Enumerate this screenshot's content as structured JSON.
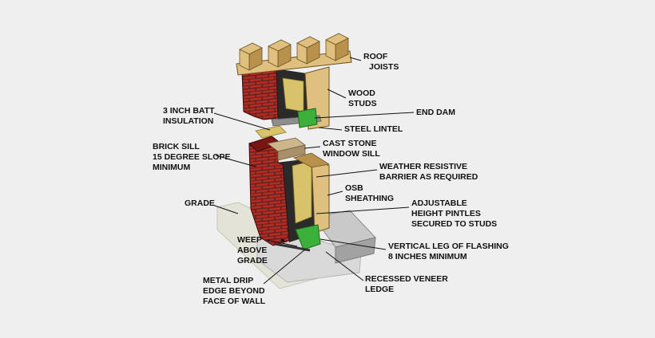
{
  "labels": {
    "roof_joists": [
      "ROOF",
      "JOISTS"
    ],
    "wood_studs": [
      "WOOD",
      "STUDS"
    ],
    "end_dam": [
      "END DAM"
    ],
    "batt_insulation": [
      "3 INCH BATT",
      "INSULATION"
    ],
    "steel_lintel": [
      "STEEL LINTEL"
    ],
    "brick_sill": [
      "BRICK SILL",
      "15 DEGREE SLOPE",
      "MINIMUM"
    ],
    "cast_stone_sill": [
      "CAST STONE",
      "WINDOW SILL"
    ],
    "weather_barrier": [
      "WEATHER RESISTIVE",
      "BARRIER AS REQUIRED"
    ],
    "osb_sheathing": [
      "OSB",
      "SHEATHING"
    ],
    "grade": [
      "GRADE"
    ],
    "pintles": [
      "ADJUSTABLE",
      "HEIGHT PINTLES",
      "SECURED TO STUDS"
    ],
    "weep": [
      "WEEP",
      "ABOVE",
      "GRADE"
    ],
    "flashing_leg": [
      "VERTICAL LEG OF FLASHING",
      "8 INCHES MINIMUM"
    ],
    "metal_drip": [
      "METAL DRIP",
      "EDGE BEYOND",
      "FACE OF WALL"
    ],
    "recessed_ledge": [
      "RECESSED VENEER",
      "LEDGE"
    ]
  },
  "colors": {
    "background": "#efefef",
    "brick": "#b52a22",
    "brick_dark": "#7a1612",
    "mortar": "#5a2420",
    "cavity": "#2a2a2a",
    "batt": "#d6c36a",
    "wood": "#dfc07f",
    "wood_dark": "#b8914c",
    "wood_edge": "#6e5220",
    "flashing": "#3bb03b",
    "lintel": "#8e8e8e",
    "stone_top": "#cdb68c",
    "stone_front": "#a8906a",
    "concrete_top": "#c9c9c9",
    "concrete_front": "#a2a2a2",
    "foundation": "#d9d9d9",
    "grade": "#e4e3d7",
    "leader": "#111111"
  }
}
